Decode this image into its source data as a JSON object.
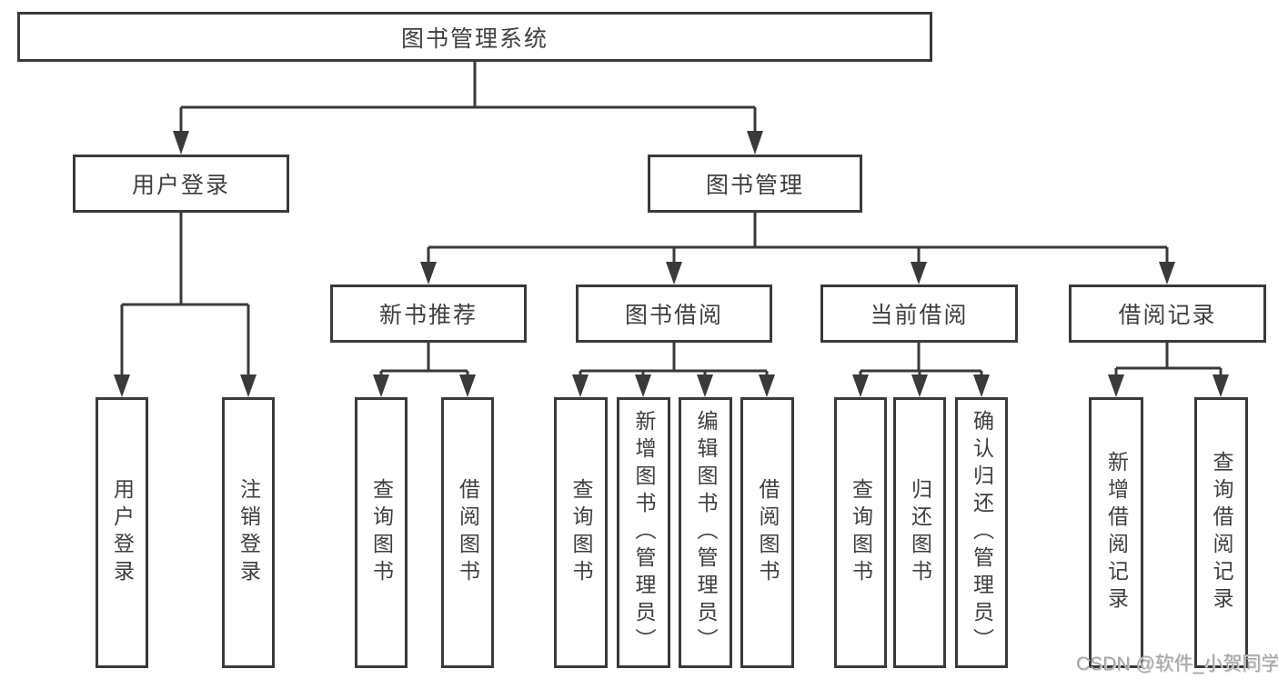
{
  "title": "图书管理系统",
  "watermark": "CSDN @软件_小贺同学",
  "colors": {
    "line": "#3a3a3a",
    "text": "#3f3f3f",
    "watermark": "#a6a6a6",
    "background": "#ffffff"
  },
  "nodes": {
    "root": {
      "label": "图书管理系统"
    },
    "level2": [
      {
        "label": "用户登录"
      },
      {
        "label": "图书管理"
      }
    ],
    "level3": [
      {
        "label": "新书推荐"
      },
      {
        "label": "图书借阅"
      },
      {
        "label": "当前借阅"
      },
      {
        "label": "借阅记录"
      }
    ]
  },
  "leaves": {
    "user_login": [
      "用户登录",
      "注销登录"
    ],
    "new_book_recommend": [
      "查询图书",
      "借阅图书"
    ],
    "book_borrowing": [
      "查询图书",
      "新增图书（管理员）",
      "编辑图书（管理员）",
      "借阅图书"
    ],
    "current_borrowing": [
      "查询图书",
      "归还图书",
      "确认归还（管理员）"
    ],
    "borrowing_records": [
      "新增借阅记录",
      "查询借阅记录"
    ]
  },
  "hierarchy": {
    "图书管理系统": {
      "用户登录": [
        "用户登录",
        "注销登录"
      ],
      "图书管理": {
        "新书推荐": [
          "查询图书",
          "借阅图书"
        ],
        "图书借阅": [
          "查询图书",
          "新增图书（管理员）",
          "编辑图书（管理员）",
          "借阅图书"
        ],
        "当前借阅": [
          "查询图书",
          "归还图书",
          "确认归还（管理员）"
        ],
        "借阅记录": [
          "新增借阅记录",
          "查询借阅记录"
        ]
      }
    }
  }
}
